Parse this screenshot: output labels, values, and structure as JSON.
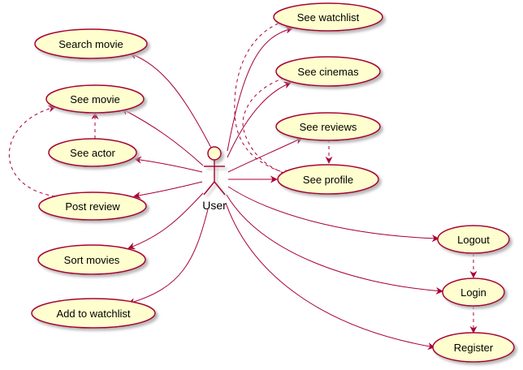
{
  "diagram": {
    "actor": {
      "label": "User"
    },
    "use_cases": {
      "search_movie": "Search movie",
      "see_movie": "See movie",
      "see_actor": "See actor",
      "post_review": "Post review",
      "sort_movies": "Sort movies",
      "add_to_watchlist": "Add to watchlist",
      "see_watchlist": "See watchlist",
      "see_cinemas": "See cinemas",
      "see_reviews": "See reviews",
      "see_profile": "See profile",
      "logout": "Logout",
      "login": "Login",
      "register": "Register"
    },
    "colors": {
      "use_case_fill": "#FEFECE",
      "border": "#A80036",
      "shadow": "#C8C8C8"
    }
  }
}
